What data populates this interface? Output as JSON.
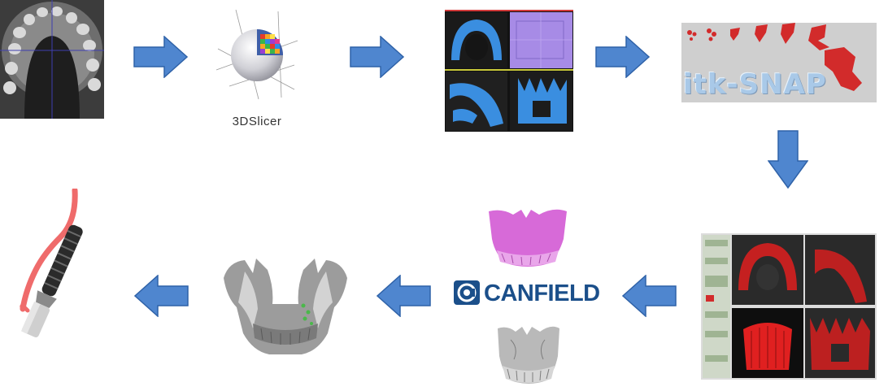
{
  "diagram": {
    "steps": [
      {
        "id": "ct-scan",
        "label": ""
      },
      {
        "id": "3d-slicer",
        "label": "3DSlicer"
      },
      {
        "id": "segmentation-views",
        "label": ""
      },
      {
        "id": "itk-snap-logo",
        "label": "itk-SNAP"
      },
      {
        "id": "itk-snap-screenshot",
        "label": ""
      },
      {
        "id": "canfield",
        "label": "CANFIELD"
      },
      {
        "id": "skull-model",
        "label": ""
      },
      {
        "id": "dental-implant",
        "label": ""
      }
    ],
    "slicer_text": "3DSlicer",
    "itk_text": "itk-SNAP",
    "canfield_text": "CANFIELD",
    "colors": {
      "arrow_fill": "#4f86cf",
      "arrow_edge": "#2f62a8",
      "segmentation_blue": "#3a8ee0",
      "segmentation_red": "#d61f1f",
      "canfield_blue": "#1b4f8a",
      "canfield_pink": "#d76ad8",
      "implant_pink": "#ef6b6b"
    }
  }
}
